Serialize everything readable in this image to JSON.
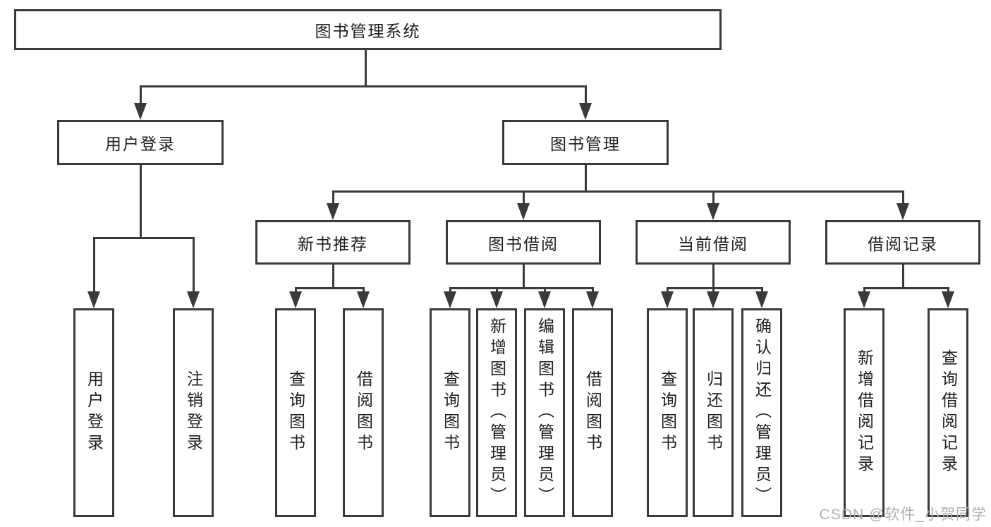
{
  "diagram": {
    "title_node": {
      "label": "图书管理系统"
    },
    "level2": [
      {
        "label": "用户登录"
      },
      {
        "label": "图书管理"
      }
    ],
    "level3": [
      {
        "label": "新书推荐",
        "parent": "图书管理"
      },
      {
        "label": "图书借阅",
        "parent": "图书管理"
      },
      {
        "label": "当前借阅",
        "parent": "图书管理"
      },
      {
        "label": "借阅记录",
        "parent": "图书管理"
      }
    ],
    "leaves": [
      {
        "label": "用户登录",
        "parent": "用户登录"
      },
      {
        "label": "注销登录",
        "parent": "用户登录"
      },
      {
        "label": "查询图书",
        "parent": "新书推荐"
      },
      {
        "label": "借阅图书",
        "parent": "新书推荐"
      },
      {
        "label": "查询图书",
        "parent": "图书借阅"
      },
      {
        "label": "新增图书（管理员）",
        "parent": "图书借阅"
      },
      {
        "label": "编辑图书（管理员）",
        "parent": "图书借阅"
      },
      {
        "label": "借阅图书",
        "parent": "图书借阅"
      },
      {
        "label": "查询图书",
        "parent": "当前借阅"
      },
      {
        "label": "归还图书",
        "parent": "当前借阅"
      },
      {
        "label": "确认归还（管理员）",
        "parent": "当前借阅"
      },
      {
        "label": "新增借阅记录",
        "parent": "借阅记录"
      },
      {
        "label": "查询借阅记录",
        "parent": "借阅记录"
      }
    ]
  },
  "watermark": {
    "text": "CSDN @软件_小贺同学"
  },
  "colors": {
    "line": "#3a3a3a",
    "text": "#1f1f1f",
    "watermark": "#b0b0b0",
    "background": "#ffffff"
  }
}
